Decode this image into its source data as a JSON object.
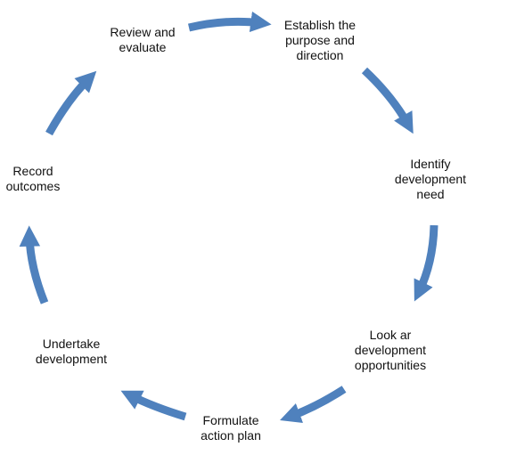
{
  "diagram": {
    "arrow_color": "#4f81bd",
    "steps": [
      "Establish the\npurpose and\ndirection",
      "Identify\ndevelopment\nneed",
      "Look ar\ndevelopment\nopportunities",
      "Formulate\naction plan",
      "Undertake\ndevelopment",
      "Record\noutcomes",
      "Review and\nevaluate"
    ]
  }
}
